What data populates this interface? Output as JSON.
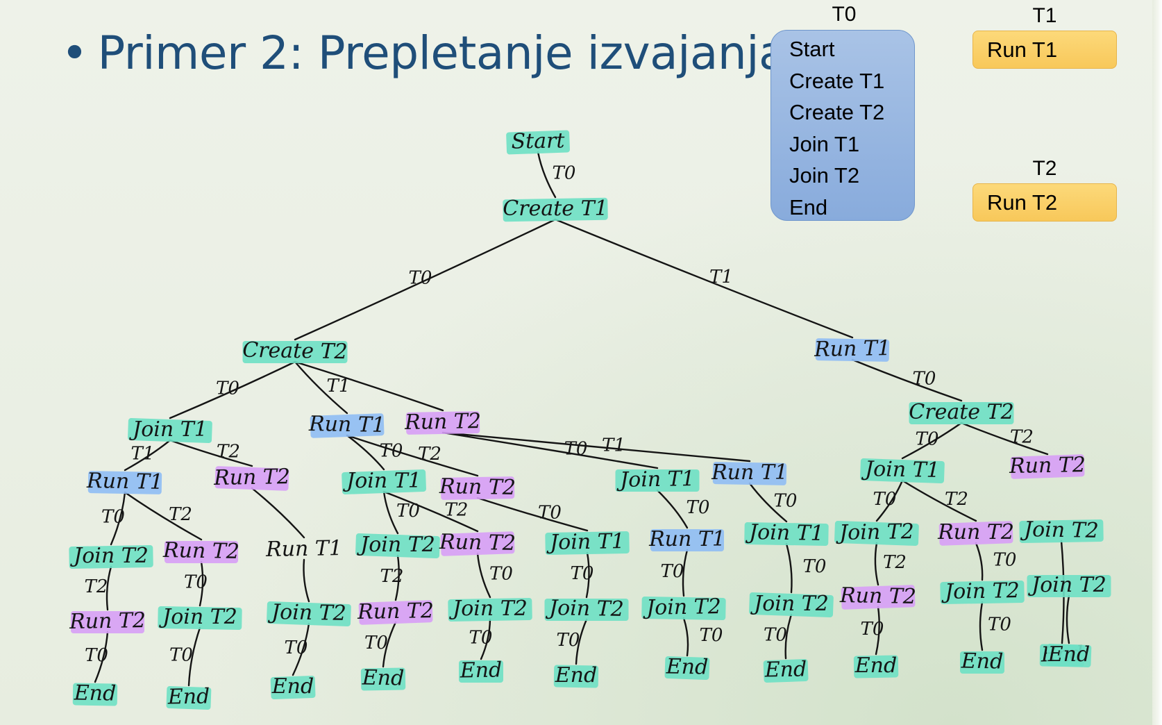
{
  "slide": {
    "bullet": "•",
    "title": "Primer 2: Prepletanje izvajanja"
  },
  "threads": {
    "t0": {
      "label": "T0",
      "lines": [
        "Start",
        "Create T1",
        "Create T2",
        "Join T1",
        "Join T2",
        "End"
      ]
    },
    "t1": {
      "label": "T1",
      "lines": [
        "Run T1"
      ]
    },
    "t2": {
      "label": "T2",
      "lines": [
        "Run T2"
      ]
    }
  },
  "colors": {
    "title": "#1f4e79",
    "t0_box": "#93b3e0",
    "t1_t2_box": "#f9cd63",
    "highlight_t0": "#6ee0c4",
    "highlight_t1": "#8fbcf4",
    "highlight_t2": "#d79ef6",
    "ink": "#141414"
  },
  "tree": {
    "nodes": [
      {
        "id": "n_start",
        "label": "Start",
        "hl": "t0"
      },
      {
        "id": "n_ct1",
        "label": "Create T1",
        "hl": "t0"
      },
      {
        "id": "n_ct2_a",
        "label": "Create T2",
        "hl": "t0"
      },
      {
        "id": "n_rt1_root",
        "label": "Run T1",
        "hl": "t1"
      },
      {
        "id": "n_jt1_a",
        "label": "Join T1",
        "hl": "t0"
      },
      {
        "id": "n_rt1_b",
        "label": "Run T1",
        "hl": "t1"
      },
      {
        "id": "n_rt2_c",
        "label": "Run T2",
        "hl": "t2"
      },
      {
        "id": "n_ct2_r",
        "label": "Create T2",
        "hl": "t0"
      },
      {
        "id": "n_rt1_a1",
        "label": "Run T1",
        "hl": "t1"
      },
      {
        "id": "n_rt2_a2",
        "label": "Run T2",
        "hl": "t2"
      },
      {
        "id": "n_jt1_b1",
        "label": "Join T1",
        "hl": "t0"
      },
      {
        "id": "n_rt2_b2",
        "label": "Run T2",
        "hl": "t2"
      },
      {
        "id": "n_jt1_c1",
        "label": "Join T1",
        "hl": "t0"
      },
      {
        "id": "n_rt1_c2",
        "label": "Run T1",
        "hl": "t1"
      },
      {
        "id": "n_jt1_r1",
        "label": "Join T1",
        "hl": "t0"
      },
      {
        "id": "n_rt2_r2",
        "label": "Run T2",
        "hl": "t2"
      },
      {
        "id": "n_jt2_1",
        "label": "Join T2",
        "hl": "t0"
      },
      {
        "id": "n_rt2_2",
        "label": "Run T2",
        "hl": "t2"
      },
      {
        "id": "n_rt1_3",
        "label": "Run T1",
        "hl": "none"
      },
      {
        "id": "n_jt2_4",
        "label": "Join T2",
        "hl": "t0"
      },
      {
        "id": "n_rt2_5",
        "label": "Run T2",
        "hl": "t2"
      },
      {
        "id": "n_jt1_6",
        "label": "Join T1",
        "hl": "t0"
      },
      {
        "id": "n_rt1_7",
        "label": "Run T1",
        "hl": "t1"
      },
      {
        "id": "n_jt1_8",
        "label": "Join T1",
        "hl": "t0"
      },
      {
        "id": "n_jt2_9",
        "label": "Join T2",
        "hl": "t0"
      },
      {
        "id": "n_rt2_10",
        "label": "Run T2",
        "hl": "t2"
      },
      {
        "id": "n_jt2_11",
        "label": "Join T2",
        "hl": "t0"
      },
      {
        "id": "n_rt2_12",
        "label": "Run T2",
        "hl": "t2"
      },
      {
        "id": "n_jt2_13",
        "label": "Join T2",
        "hl": "t0"
      },
      {
        "id": "n_jt2_14",
        "label": "Join T2",
        "hl": "t0"
      },
      {
        "id": "n_jt2_15",
        "label": "Join T2",
        "hl": "t0"
      },
      {
        "id": "n_jt2_16",
        "label": "Join T2",
        "hl": "t0"
      },
      {
        "id": "n_jt2_17",
        "label": "Join T2",
        "hl": "t0"
      },
      {
        "id": "n_jt2_18",
        "label": "Join T2",
        "hl": "t0"
      },
      {
        "id": "n_jt2_19",
        "label": "Join T2",
        "hl": "t0"
      },
      {
        "id": "n_rt2_20",
        "label": "Run T2",
        "hl": "t2"
      },
      {
        "id": "n_jt2_21",
        "label": "Join T2",
        "hl": "t0"
      },
      {
        "id": "n_jt2_22",
        "label": "Join T2",
        "hl": "t0"
      },
      {
        "id": "n_end_1",
        "label": "End",
        "hl": "t0"
      },
      {
        "id": "n_end_2",
        "label": "End",
        "hl": "t0"
      },
      {
        "id": "n_end_3",
        "label": "End",
        "hl": "t0"
      },
      {
        "id": "n_end_4",
        "label": "End",
        "hl": "t0"
      },
      {
        "id": "n_end_5",
        "label": "End",
        "hl": "t0"
      },
      {
        "id": "n_end_6",
        "label": "End",
        "hl": "t0"
      },
      {
        "id": "n_end_7",
        "label": "End",
        "hl": "t0"
      },
      {
        "id": "n_end_8",
        "label": "End",
        "hl": "t0"
      },
      {
        "id": "n_end_9",
        "label": "End",
        "hl": "t0"
      },
      {
        "id": "n_end_10",
        "label": "End",
        "hl": "t0"
      },
      {
        "id": "n_end_11",
        "label": "End",
        "hl": "t0"
      },
      {
        "id": "n_end_12",
        "label": "End",
        "hl": "t0"
      }
    ],
    "edges": [
      {
        "from": "n_start",
        "to": "n_ct1",
        "label": "T0"
      },
      {
        "from": "n_ct1",
        "to": "n_ct2_a",
        "label": "T0"
      },
      {
        "from": "n_ct1",
        "to": "n_rt1_root",
        "label": "T1"
      },
      {
        "from": "n_ct2_a",
        "to": "n_jt1_a",
        "label": "T0"
      },
      {
        "from": "n_ct2_a",
        "to": "n_rt1_b",
        "label": "T1"
      },
      {
        "from": "n_ct2_a",
        "to": "n_rt2_c",
        "label": ""
      },
      {
        "from": "n_rt1_root",
        "to": "n_ct2_r",
        "label": "T0"
      },
      {
        "from": "n_jt1_a",
        "to": "n_rt1_a1",
        "label": "T1"
      },
      {
        "from": "n_jt1_a",
        "to": "n_rt2_a2",
        "label": "T2"
      },
      {
        "from": "n_rt1_b",
        "to": "n_jt1_b1",
        "label": "T0"
      },
      {
        "from": "n_rt1_b",
        "to": "n_rt2_b2",
        "label": "T2"
      },
      {
        "from": "n_rt2_c",
        "to": "n_jt1_c1",
        "label": "T0"
      },
      {
        "from": "n_rt2_c",
        "to": "n_rt1_c2",
        "label": "T1"
      },
      {
        "from": "n_ct2_r",
        "to": "n_jt1_r1",
        "label": "T0"
      },
      {
        "from": "n_ct2_r",
        "to": "n_rt2_r2",
        "label": "T2"
      },
      {
        "from": "n_rt1_a1",
        "to": "n_jt2_1",
        "label": "T0"
      },
      {
        "from": "n_rt1_a1",
        "to": "n_rt2_2",
        "label": "T2"
      },
      {
        "from": "n_rt2_a2",
        "to": "n_rt1_3",
        "label": ""
      },
      {
        "from": "n_jt1_b1",
        "to": "n_jt2_4",
        "label": "T0"
      },
      {
        "from": "n_jt1_b1",
        "to": "n_rt2_5",
        "label": "T2"
      },
      {
        "from": "n_rt2_b2",
        "to": "n_jt1_6",
        "label": "T0"
      },
      {
        "from": "n_jt1_c1",
        "to": "n_rt1_7",
        "label": "T0"
      },
      {
        "from": "n_rt1_c2",
        "to": "n_jt1_8",
        "label": "T0"
      },
      {
        "from": "n_jt1_r1",
        "to": "n_jt2_9",
        "label": "T0"
      },
      {
        "from": "n_jt1_r1",
        "to": "n_rt2_10",
        "label": "T2"
      },
      {
        "from": "n_rt2_r2",
        "to": "n_jt2_11",
        "label": ""
      },
      {
        "from": "n_jt2_1",
        "to": "n_rt2_12",
        "label": "T2"
      },
      {
        "from": "n_rt2_2",
        "to": "n_jt2_13",
        "label": "T0"
      },
      {
        "from": "n_rt1_3",
        "to": "n_jt2_14",
        "label": ""
      },
      {
        "from": "n_jt2_4",
        "to": "n_rt2_20",
        "label": "T2"
      },
      {
        "from": "n_rt2_5",
        "to": "n_jt2_15",
        "label": "T0"
      },
      {
        "from": "n_jt1_6",
        "to": "n_jt2_16",
        "label": "T0"
      },
      {
        "from": "n_rt1_7",
        "to": "n_jt2_17",
        "label": "T0"
      },
      {
        "from": "n_jt1_8",
        "to": "n_jt2_18",
        "label": "T0"
      },
      {
        "from": "n_jt2_9",
        "to": "n_rt2_12b",
        "label": "T2"
      },
      {
        "from": "n_rt2_10",
        "to": "n_jt2_19",
        "label": "T0"
      },
      {
        "from": "n_jt2_11",
        "to": "n_jt2_21",
        "label": ""
      },
      {
        "from": "n_rt2_12",
        "to": "n_end_1",
        "label": "T0"
      },
      {
        "from": "n_jt2_13",
        "to": "n_end_2",
        "label": "T0"
      },
      {
        "from": "n_jt2_14",
        "to": "n_end_3",
        "label": "T0"
      },
      {
        "from": "n_rt2_20",
        "to": "n_end_4",
        "label": "T0"
      },
      {
        "from": "n_jt2_15",
        "to": "n_end_5",
        "label": "T0"
      },
      {
        "from": "n_jt2_16",
        "to": "n_end_6",
        "label": "T0"
      },
      {
        "from": "n_jt2_17",
        "to": "n_end_7",
        "label": "T0"
      },
      {
        "from": "n_jt2_18",
        "to": "n_end_8",
        "label": "T0"
      },
      {
        "from": "n_rt2_12b",
        "to": "n_end_9",
        "label": "T0"
      },
      {
        "from": "n_jt2_19",
        "to": "n_end_10",
        "label": "T0"
      },
      {
        "from": "n_jt2_21",
        "to": "n_end_11",
        "label": ""
      },
      {
        "from": "n_jt2_22",
        "to": "n_end_12",
        "label": ""
      }
    ]
  }
}
